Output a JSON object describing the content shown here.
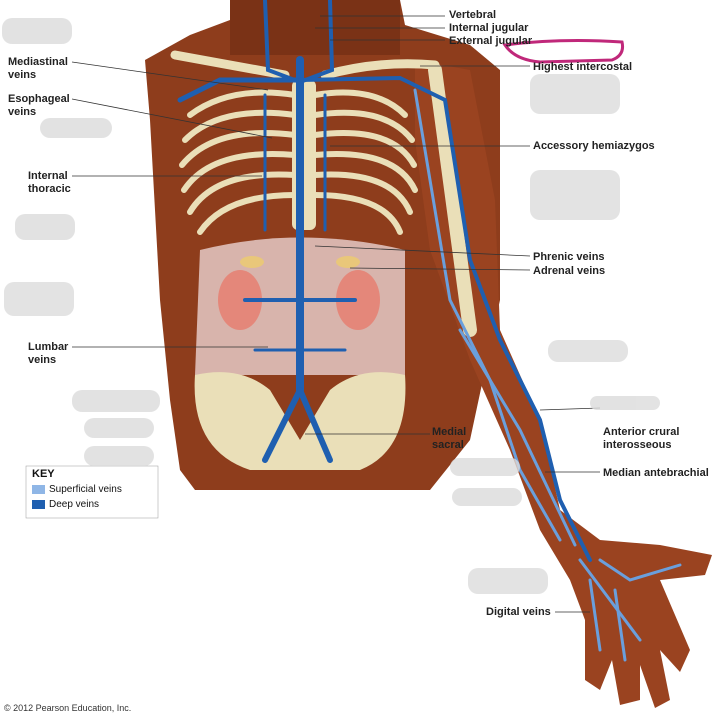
{
  "labels": {
    "vertebral": "Vertebral",
    "internal_jugular": "Internal jugular",
    "external_jugular": "External jugular",
    "highest_intercostal": "Highest intercostal",
    "accessory_hemiazygos": "Accessory hemiazygos",
    "phrenic_veins": "Phrenic veins",
    "adrenal_veins": "Adrenal veins",
    "anterior_crural": "Anterior crural\ninterosseous",
    "median_antebrachial": "Median antebrachial",
    "digital_veins": "Digital veins",
    "mediastinal_veins": "Mediastinal\nveins",
    "esophageal_veins": "Esophageal\nveins",
    "internal_thoracic": "Internal\nthoracic",
    "lumbar_veins": "Lumbar\nveins",
    "medial_sacral": "Medial\nsacral"
  },
  "key": {
    "title": "KEY",
    "superficial": "Superficial veins",
    "deep": "Deep veins",
    "superficial_color": "#8fb6e6",
    "deep_color": "#1f5fb0"
  },
  "copyright": "© 2012 Pearson Education, Inc.",
  "colors": {
    "skin": "#8e3d1c",
    "skin_dark": "#5a1f0c",
    "bone": "#eadfb8",
    "vein_deep": "#1f5fb0",
    "vein_superficial": "#6a9fdc",
    "kidney": "#e4877a",
    "abdomen": "#d8b4ac",
    "annotation": "#c0287a"
  }
}
